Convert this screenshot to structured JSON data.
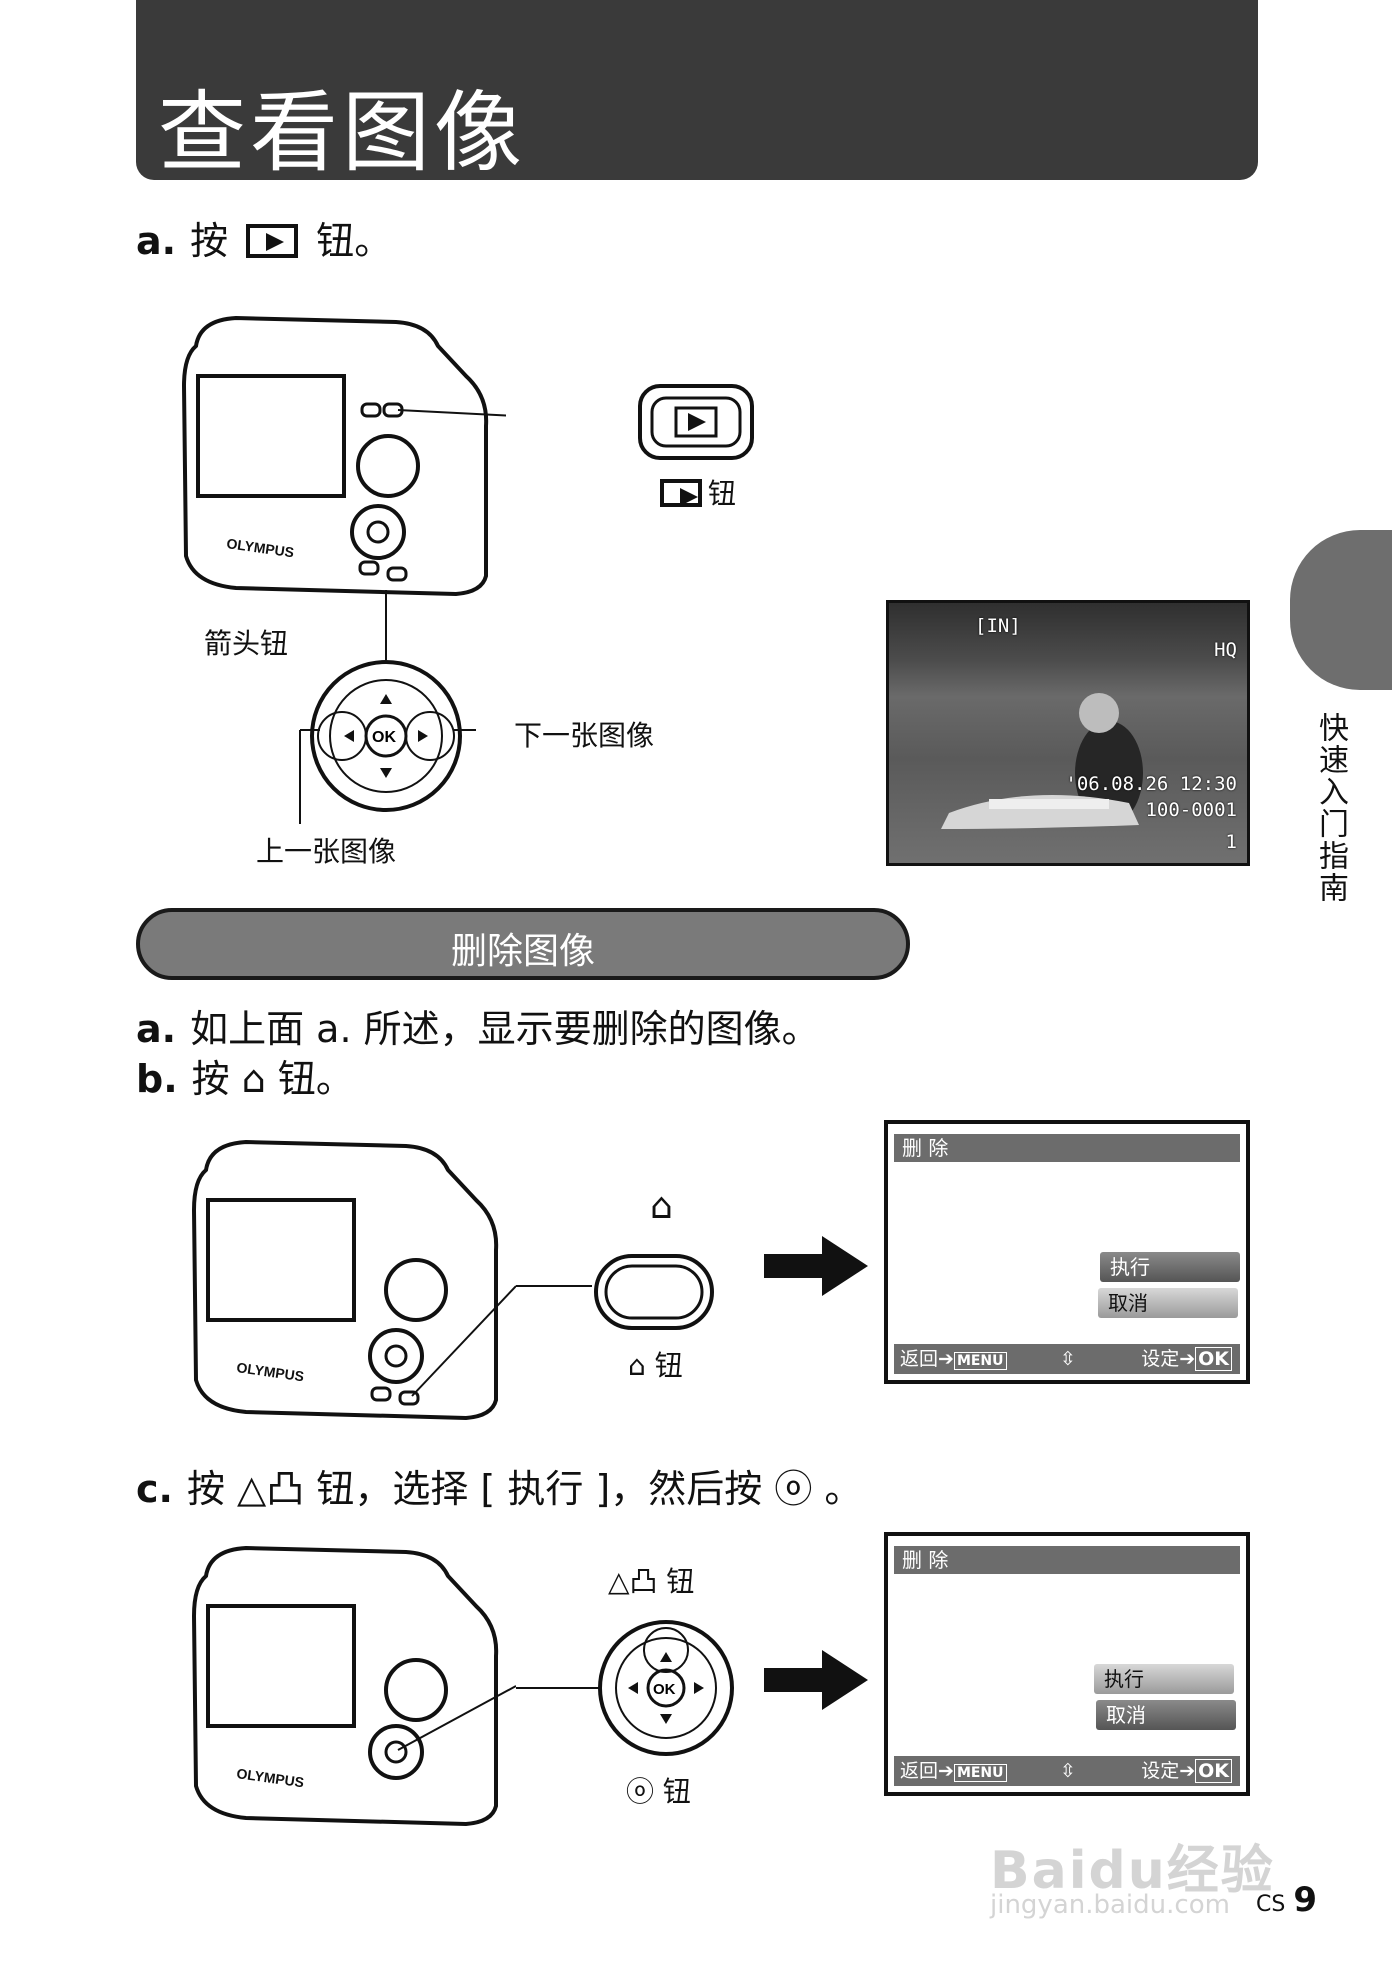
{
  "title": "查看图像",
  "step_a_view": {
    "label": "a.",
    "pre": "按",
    "post": "钮。"
  },
  "callouts_view": {
    "play_button": "钮",
    "arrow_pad": "箭头钮",
    "next_image": "下一张图像",
    "prev_image": "上一张图像"
  },
  "photo_osd": {
    "memory": "[IN]",
    "quality": "HQ",
    "datetime": "'06.08.26  12:30",
    "file_no": "100-0001",
    "frame": "1"
  },
  "side_tab": "快速入门指南",
  "section_title": "删除图像",
  "delete_steps": {
    "a": {
      "label": "a.",
      "text": "如上面 a. 所述，显示要删除的图像。"
    },
    "b": {
      "label": "b.",
      "text": "按 ⌂ 钮。"
    },
    "c": {
      "label": "c.",
      "text": "按 △凸 钮，选择 [ 执行 ]，然后按 ⓞ 。"
    }
  },
  "delete_callouts": {
    "erase_button": "钮",
    "up_button": "△凸 钮",
    "ok_button": "钮"
  },
  "lcd_menu": {
    "title": "删 除",
    "execute": "执行",
    "cancel": "取消",
    "back": "返回",
    "back_key": "MENU",
    "set": "设定",
    "set_key": "OK"
  },
  "dpad_labels": {
    "ok": "OK"
  },
  "brand": "OLYMPUS",
  "page": {
    "lang": "CS",
    "number": "9"
  },
  "watermark": {
    "text": "Baidu经验",
    "url": "jingyan.baidu.com"
  }
}
